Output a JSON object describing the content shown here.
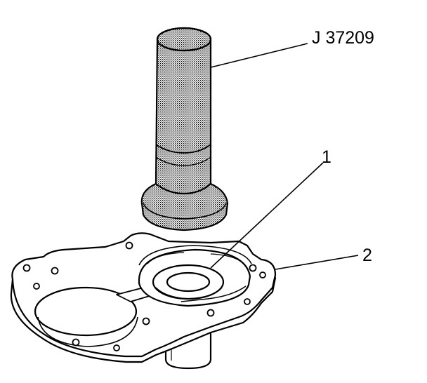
{
  "labels": {
    "tool": "J 37209",
    "part_1": "1",
    "part_2": "2"
  },
  "colors": {
    "line": "#000000",
    "background": "#ffffff",
    "stipple": "#000000"
  }
}
